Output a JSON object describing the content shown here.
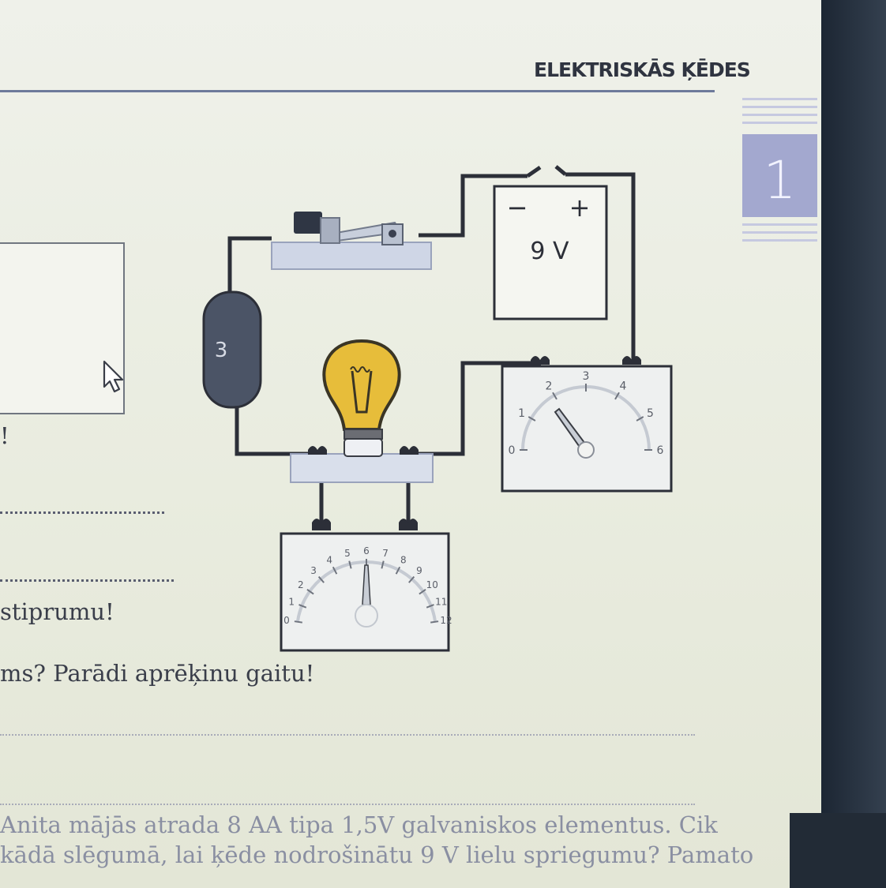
{
  "header": {
    "title": "ELEKTRISKĀS ĶĒDES"
  },
  "side_tab": {
    "number": "1"
  },
  "battery": {
    "minus": "−",
    "plus": "+",
    "voltage": "9 V"
  },
  "resistor": {
    "label": "3"
  },
  "voltmeter": {
    "ticks": [
      "0",
      "1",
      "2",
      "3",
      "4",
      "5",
      "6"
    ]
  },
  "ammeter": {
    "ticks": [
      "0",
      "1",
      "2",
      "3",
      "4",
      "5",
      "6",
      "7",
      "8",
      "9",
      "10",
      "11",
      "12"
    ]
  },
  "text": {
    "exclaim": "!",
    "line1": "stiprumu!",
    "line2": "ms? Parādi aprēķinu gaitu!",
    "line3": "Anita mājās atrada 8 AA tipa 1,5V galvaniskos elementus. Cik",
    "line4": "kādā slēgumā, lai ķēde nodrošinātu 9 V lielu spriegumu? Pamato"
  },
  "icons": [
    "cursor-arrow-icon",
    "refresh-icon",
    "light-bulb-icon",
    "switch-icon"
  ]
}
